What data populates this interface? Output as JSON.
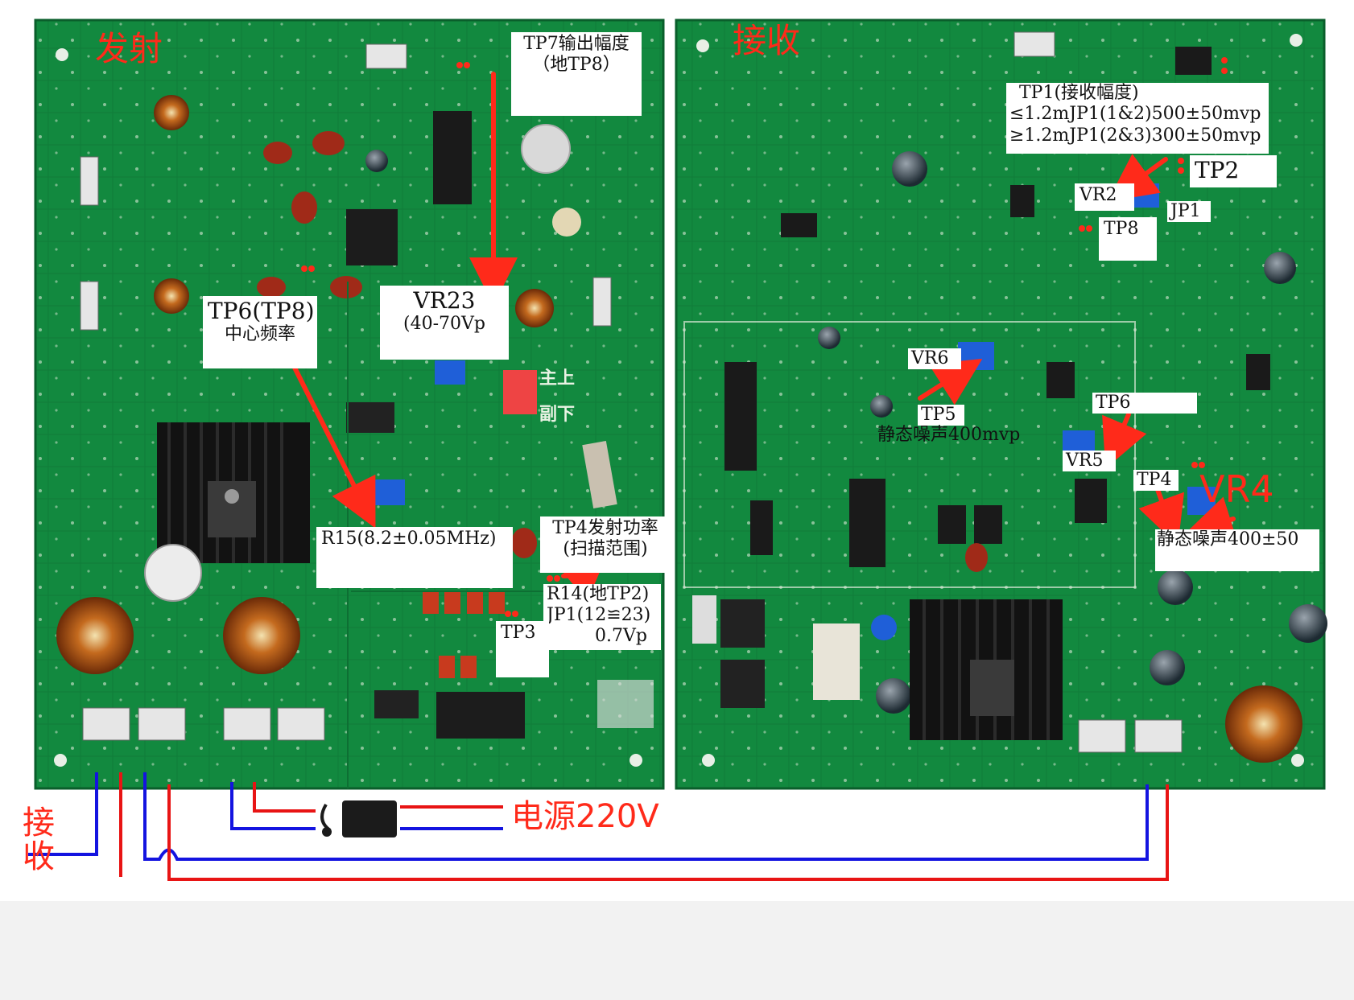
{
  "colors": {
    "board": "#10863f",
    "board_dark": "#0b6a31",
    "annotation_red": "#ff2a1a",
    "wire_blue": "#1414e0",
    "wire_red": "#e81414"
  },
  "boards": {
    "tx": {
      "title": "发射"
    },
    "rx": {
      "title": "接收"
    }
  },
  "tx_labels": {
    "tp7": [
      "TP7输出幅度",
      "（地TP8）"
    ],
    "vr23": [
      "VR23",
      "(40-70Vp"
    ],
    "tp6": [
      "TP6(TP8)",
      "中心频率"
    ],
    "r15": "R15(8.2±0.05MHz)",
    "tp4": [
      "TP4发射功率",
      "(扫描范围)"
    ],
    "r14": [
      "R14(地TP2)",
      "JP1(12≌23)",
      "0.7Vp"
    ],
    "tp3": "TP3",
    "silk_up": "主上",
    "silk_down": "副下"
  },
  "rx_labels": {
    "tp1": [
      "TP1(接收幅度)",
      "≤1.2mJP1(1&2)500±50mvp",
      "≥1.2mJP1(2&3)300±50mvp"
    ],
    "tp2": "TP2",
    "vr2": "VR2",
    "jp1": "JP1",
    "tp8": "TP8",
    "vr6": "VR6",
    "tp5": "TP5",
    "noise_a": "静态噪声400mvp",
    "tp6": "TP6",
    "vr5": "VR5",
    "tp4": "TP4",
    "vr4": "VR4",
    "noise_b": "静态噪声400±50"
  },
  "power": {
    "label": "电源220V",
    "receive": [
      "接",
      "收"
    ]
  }
}
